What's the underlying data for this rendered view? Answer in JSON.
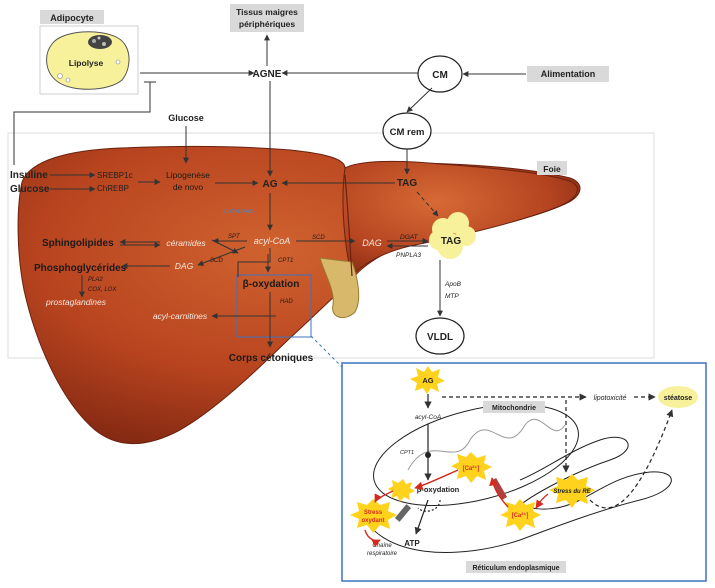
{
  "colors": {
    "liver_dark": "#7a2410",
    "liver_mid": "#b8441f",
    "liver_light": "#d0622f",
    "fat_yellow": "#f7f19b",
    "gray_label": "#d9d9d9",
    "inset_border": "#3d73c0",
    "stress_yellow": "#ffd21e",
    "arrow_red": "#d42a1e",
    "enzyme_blue": "#3b8fd1"
  },
  "labels": {
    "adipocyte": "Adipocyte",
    "lipolyse": "Lipolyse",
    "tissus_line1": "Tissus maigres",
    "tissus_line2": "périphériques",
    "agne": "AGNE",
    "cm": "CM",
    "alimentation": "Alimentation",
    "cm_rem": "CM rem",
    "glucose_top": "Glucose",
    "insuline": "Insuline",
    "glucose_left": "Glucose",
    "srebp1c": "SREBP1c",
    "chrebp": "ChREBP",
    "lipogenese_line1": "Lipogenèse",
    "lipogenese_line2": "de novo",
    "ag": "AG",
    "tag_top": "TAG",
    "foie": "Foie",
    "elovl": "ELOVL/FAS",
    "sphingolipides": "Sphingolipides",
    "ceramides": "céramides",
    "spt": "SPT",
    "acylcoa": "acyl-CoA",
    "scd_right": "SCD",
    "dag_right": "DAG",
    "dgat": "DGAT",
    "pnpla3": "PNPLA3",
    "tag_drop": "TAG",
    "phospho": "Phosphoglycérides",
    "dag_left": "DAG",
    "scd_left": "SCD",
    "cpt1": "CPT1",
    "pla2": "PLA2",
    "cox_lox": "COX, LOX",
    "prostaglandines": "prostaglandines",
    "beta_ox": "β-oxydation",
    "hao": "HAD",
    "acylcarnitines": "acyl-carnitines",
    "apob": "ApoB",
    "mtp": "MTP",
    "vldl": "VLDL",
    "corps": "Corps cétoniques"
  },
  "inset": {
    "ag": "AG",
    "acylcoa": "acyl-CoA",
    "lipotox": "lipotoxicité",
    "steatose": "stéatose",
    "mito": "Mitochondrie",
    "cpt1": "CPT1",
    "ca_left": "[Ca²⁺]",
    "beta_ox": "β-oxydation",
    "stress_re_line1": "Stress du RE",
    "stress_ox_line1": "Stress",
    "stress_ox_line2": "oxydant",
    "ca_right": "[Ca²⁺]",
    "chaine_line1": "Chaîne",
    "chaine_line2": "respiratoire",
    "atp": "ATP",
    "reticulum": "Réticulum endoplasmique"
  }
}
